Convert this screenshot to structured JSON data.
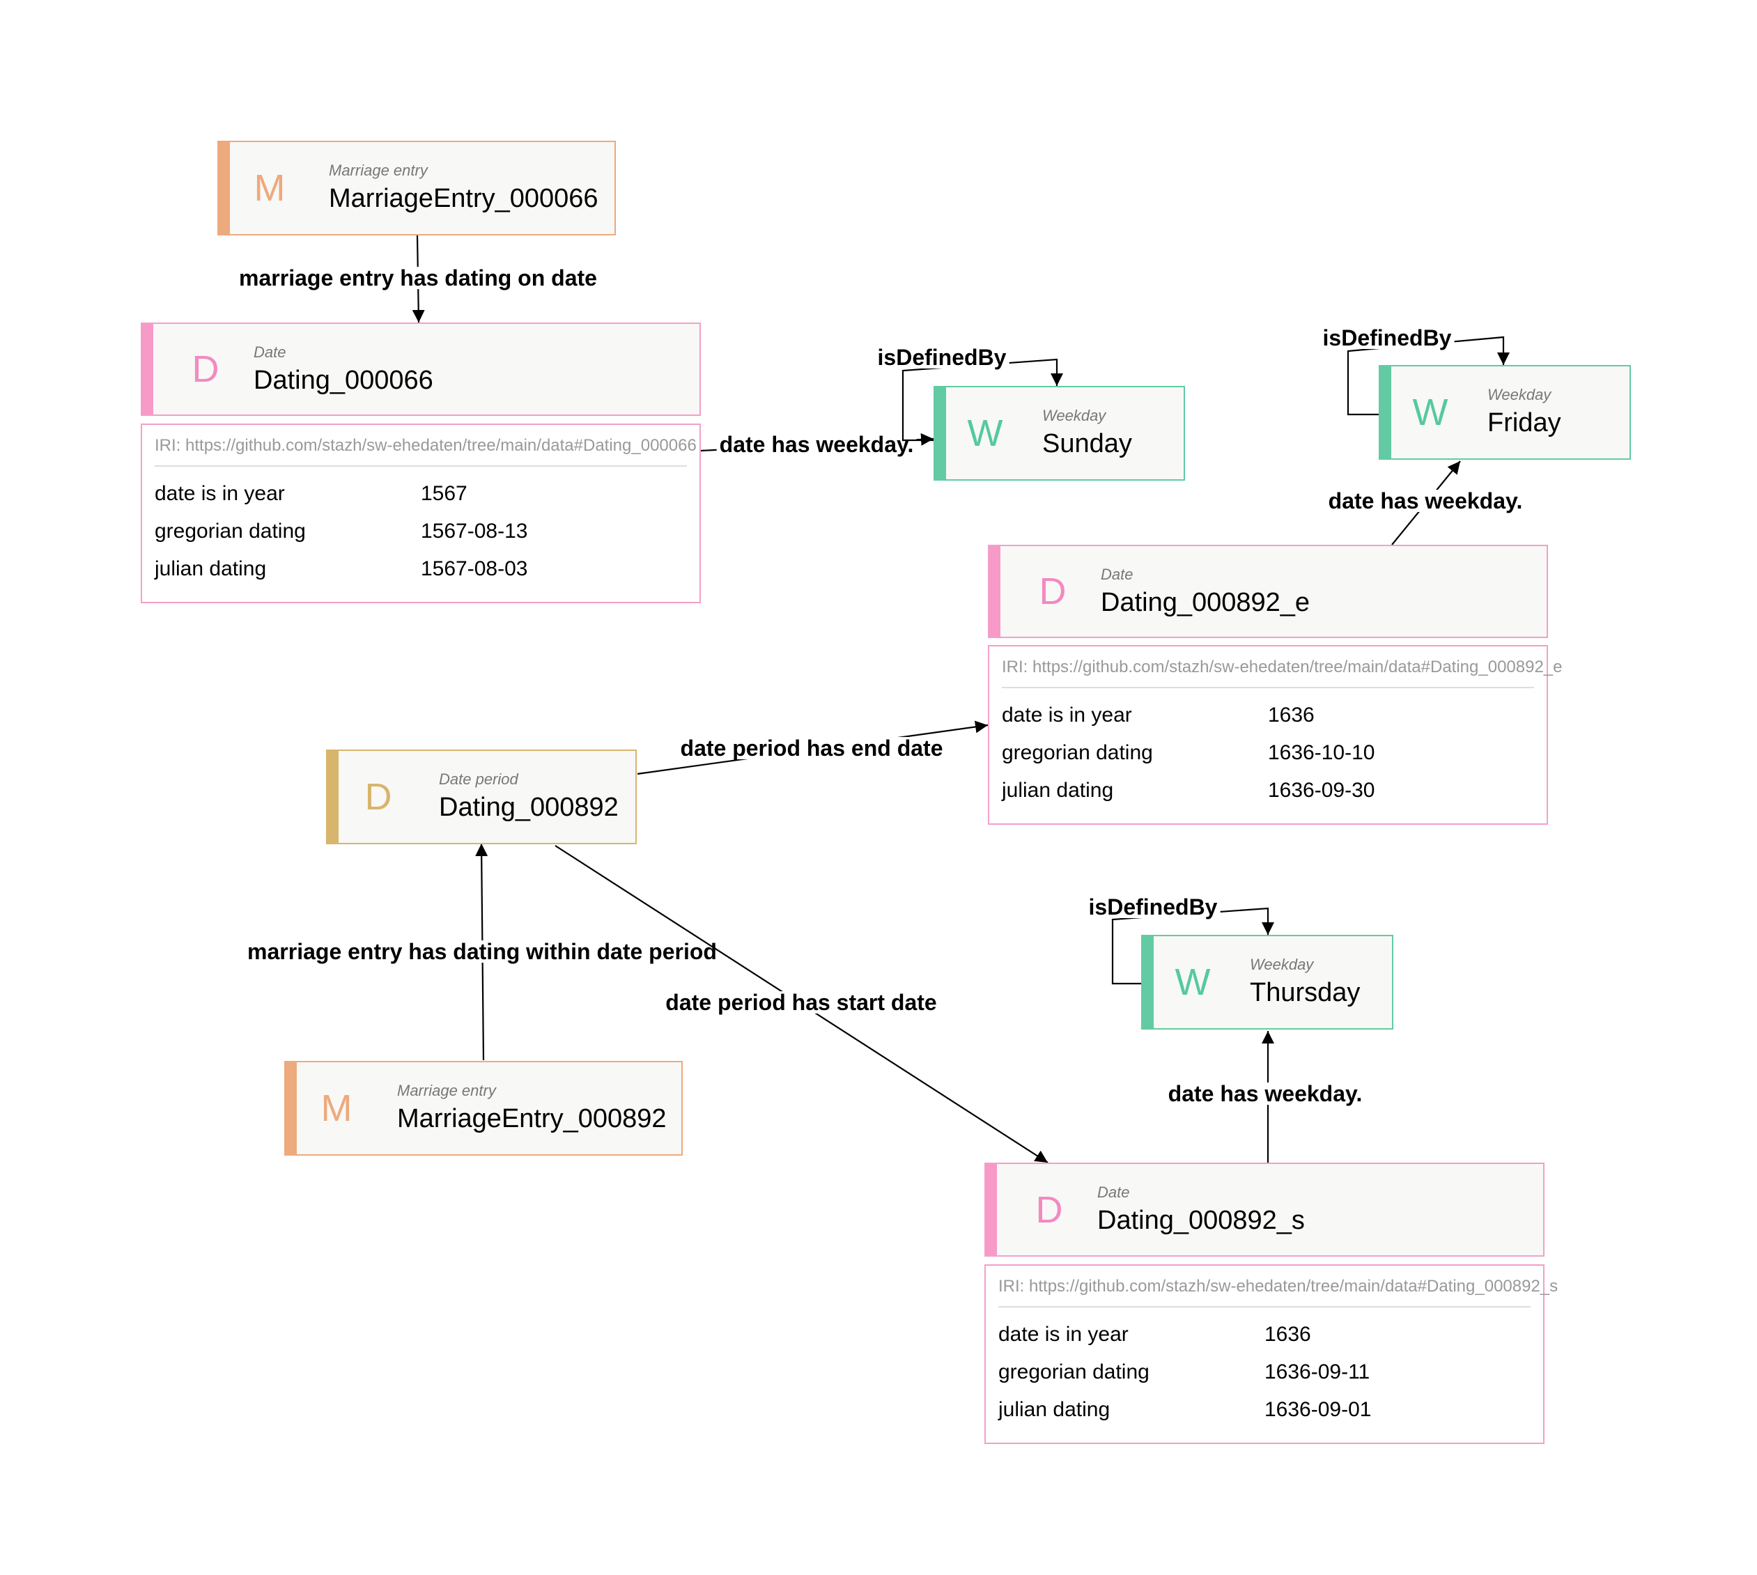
{
  "colors": {
    "marriage_entry": "#edaa7d",
    "date": "#f79ac8",
    "date_period": "#d8b56c",
    "weekday": "#62cba3"
  },
  "nodes": {
    "marriage_066": {
      "letter": "M",
      "type": "Marriage entry",
      "label": "MarriageEntry_000066"
    },
    "dating_066": {
      "letter": "D",
      "type": "Date",
      "label": "Dating_000066"
    },
    "sunday": {
      "letter": "W",
      "type": "Weekday",
      "label": "Sunday"
    },
    "friday": {
      "letter": "W",
      "type": "Weekday",
      "label": "Friday"
    },
    "dating_892_e": {
      "letter": "D",
      "type": "Date",
      "label": "Dating_000892_e"
    },
    "dating_892": {
      "letter": "D",
      "type": "Date period",
      "label": "Dating_000892"
    },
    "thursday": {
      "letter": "W",
      "type": "Weekday",
      "label": "Thursday"
    },
    "marriage_892": {
      "letter": "M",
      "type": "Marriage entry",
      "label": "MarriageEntry_000892"
    },
    "dating_892_s": {
      "letter": "D",
      "type": "Date",
      "label": "Dating_000892_s"
    }
  },
  "props": {
    "dating_066": {
      "iri": "IRI: https://github.com/stazh/sw-ehedaten/tree/main/data#Dating_000066",
      "rows": [
        {
          "key": "date is in year",
          "value": "1567"
        },
        {
          "key": "gregorian dating",
          "value": "1567-08-13"
        },
        {
          "key": "julian dating",
          "value": "1567-08-03"
        }
      ]
    },
    "dating_892_e": {
      "iri": "IRI: https://github.com/stazh/sw-ehedaten/tree/main/data#Dating_000892_e",
      "rows": [
        {
          "key": "date is in year",
          "value": "1636"
        },
        {
          "key": "gregorian dating",
          "value": "1636-10-10"
        },
        {
          "key": "julian dating",
          "value": "1636-09-30"
        }
      ]
    },
    "dating_892_s": {
      "iri": "IRI: https://github.com/stazh/sw-ehedaten/tree/main/data#Dating_000892_s",
      "rows": [
        {
          "key": "date is in year",
          "value": "1636"
        },
        {
          "key": "gregorian dating",
          "value": "1636-09-11"
        },
        {
          "key": "julian dating",
          "value": "1636-09-01"
        }
      ]
    }
  },
  "edges": {
    "e1": "marriage entry has dating on date",
    "e2": "date has weekday.",
    "e3": "isDefinedBy",
    "e4": "isDefinedBy",
    "e5": "date has weekday.",
    "e6": "date period has end date",
    "e7": "marriage entry has dating within date period",
    "e8": "date period has start date",
    "e9": "isDefinedBy",
    "e10": "date has weekday."
  }
}
